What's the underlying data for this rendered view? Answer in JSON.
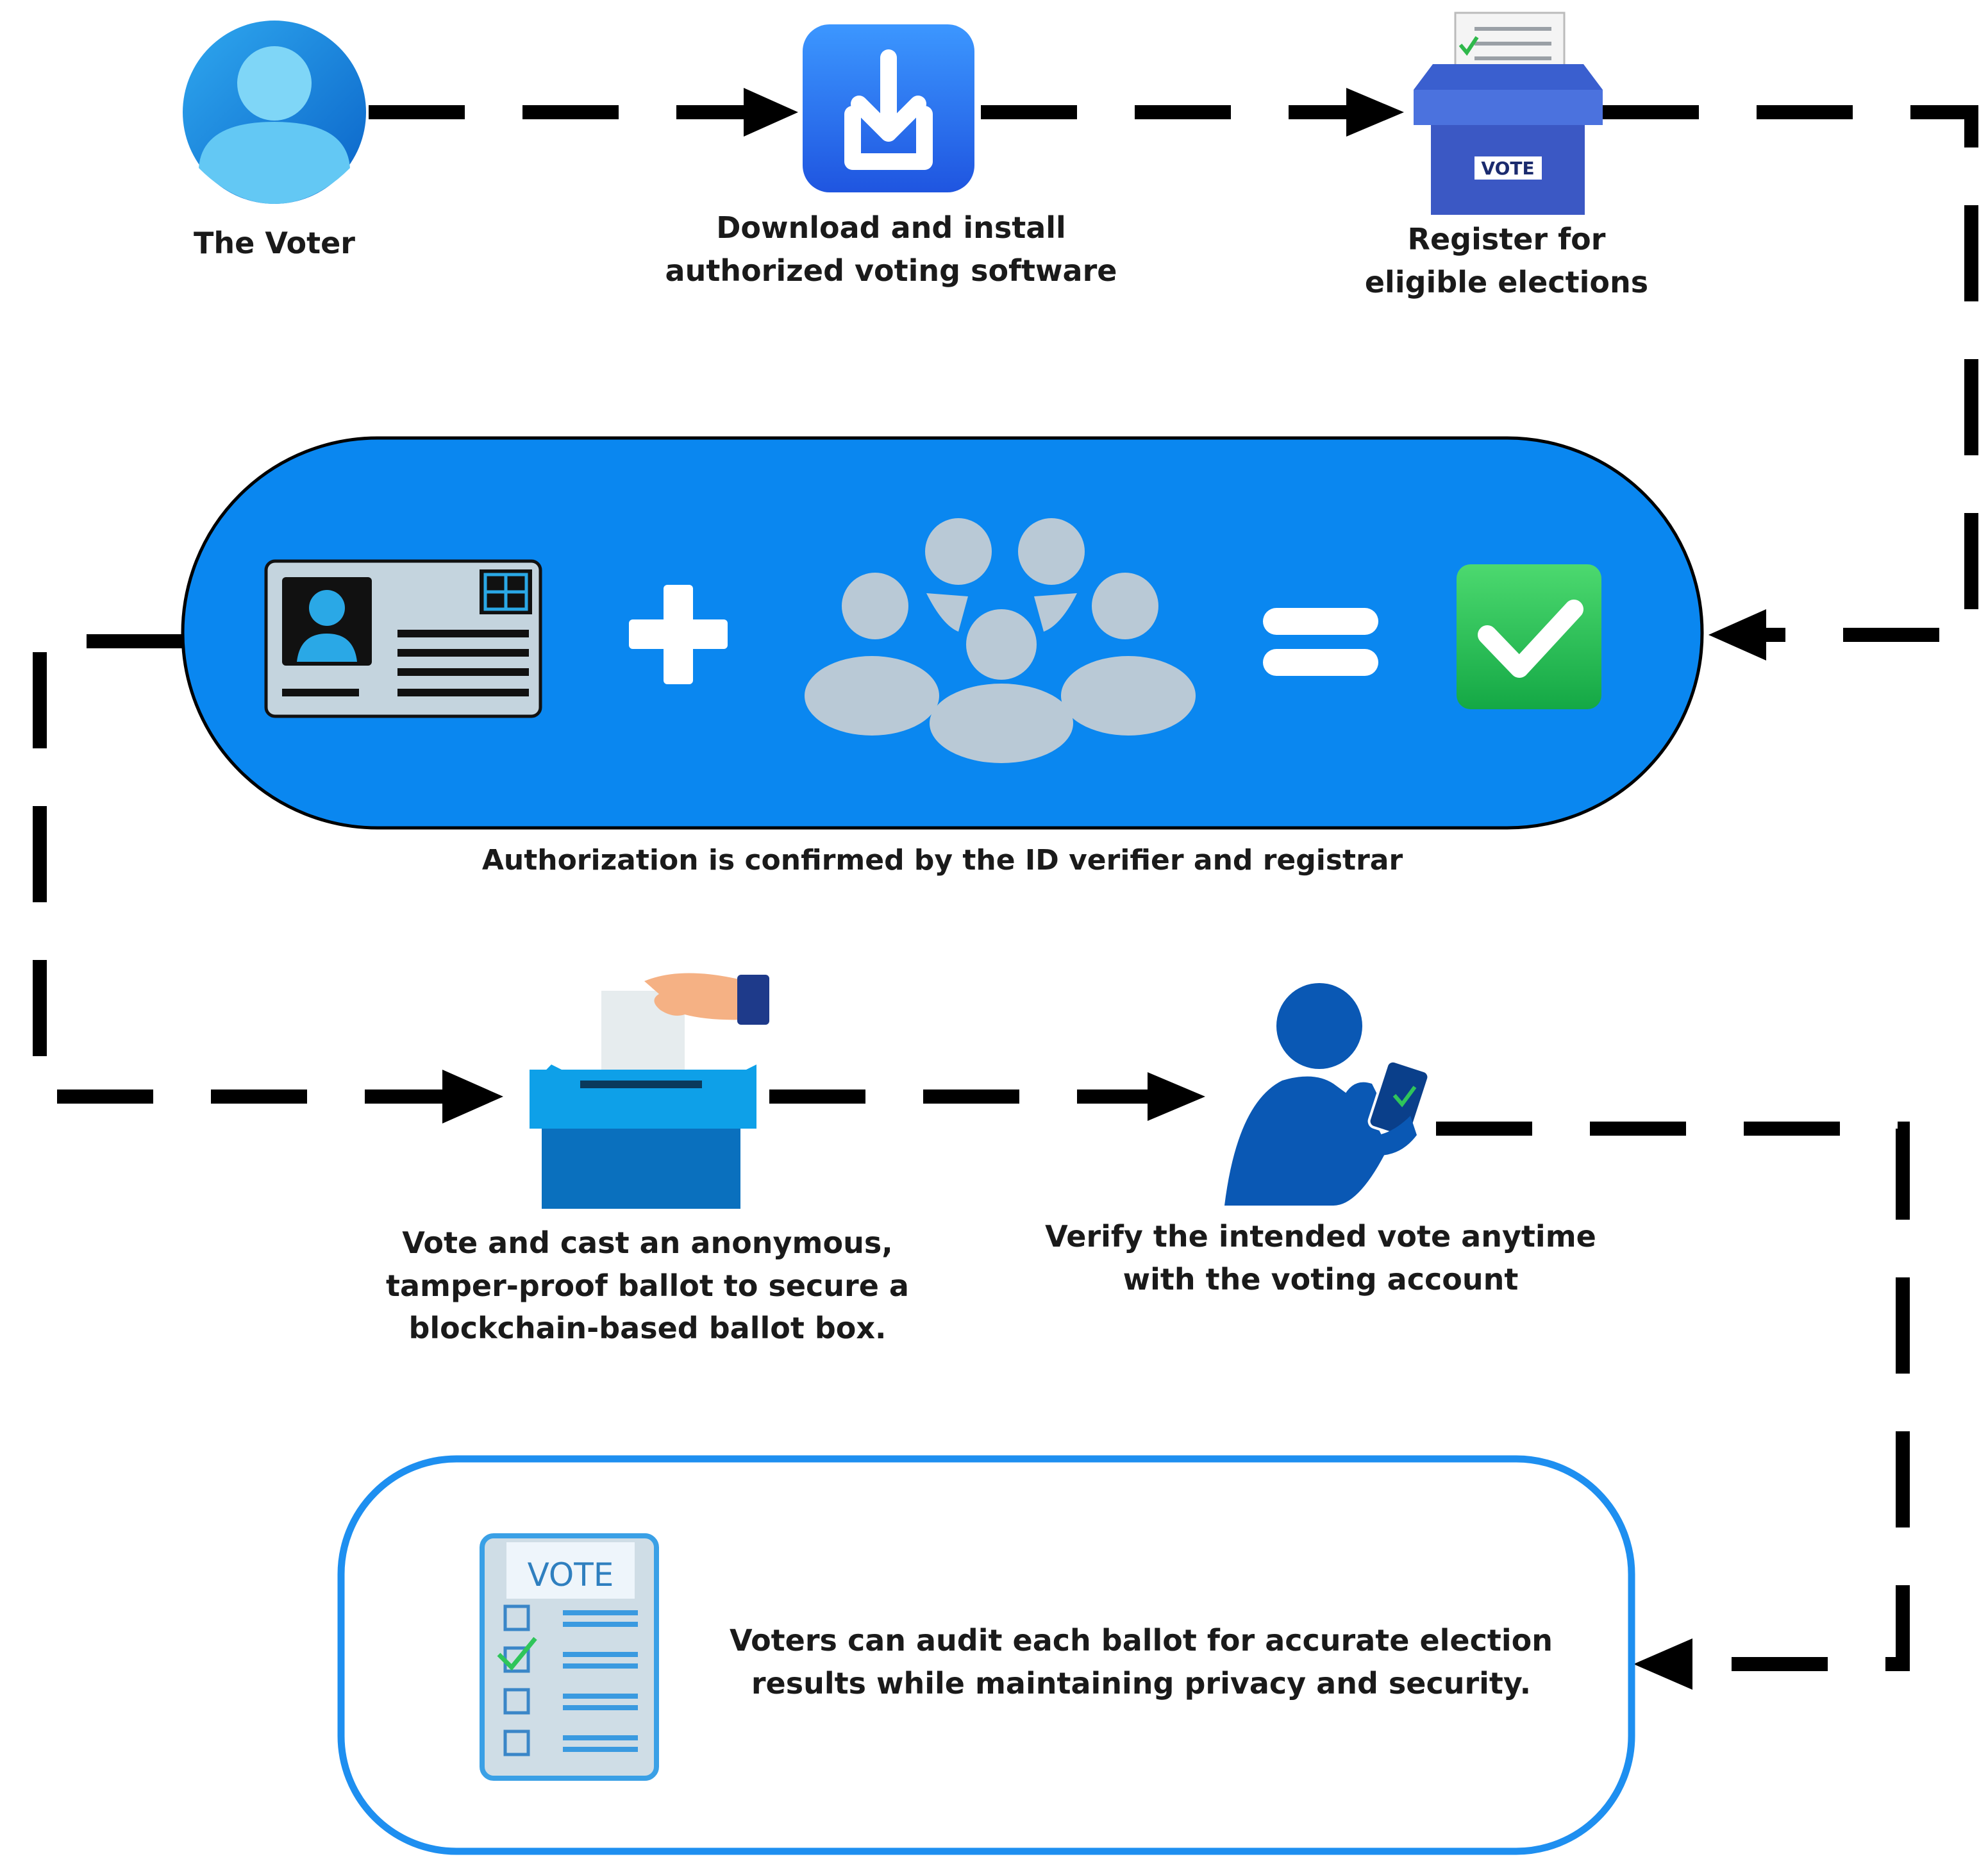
{
  "steps": {
    "voter": {
      "label": "The Voter"
    },
    "download": {
      "line1": "Download and install",
      "line2": "authorized voting software"
    },
    "register": {
      "line1": "Register for",
      "line2": "eligible elections",
      "box_text": "VOTE"
    },
    "authorization": {
      "label": "Authorization is confirmed by the ID verifier and registrar"
    },
    "cast": {
      "line1": "Vote and cast an anonymous,",
      "line2": "tamper-proof ballot to secure a",
      "line3": "blockchain-based ballot box."
    },
    "verify": {
      "line1": "Verify the intended vote anytime",
      "line2": "with the voting account"
    },
    "audit": {
      "line1": "Voters can audit each ballot for accurate election",
      "line2": "results while maintaining privacy and security.",
      "ballot_header": "VOTE"
    }
  },
  "colors": {
    "auth_panel": "#0a87f0",
    "audit_border": "#1e8ff0",
    "arrow": "#000000",
    "check_green": "#22c35a",
    "icon_gray": "#b9c9d6"
  },
  "icons": [
    "user-avatar-icon",
    "download-icon",
    "ballot-box-icon",
    "id-card-icon",
    "plus-icon",
    "people-group-icon",
    "equals-icon",
    "checkmark-icon",
    "hand-ballot-box-icon",
    "person-phone-icon",
    "ballot-paper-icon"
  ]
}
